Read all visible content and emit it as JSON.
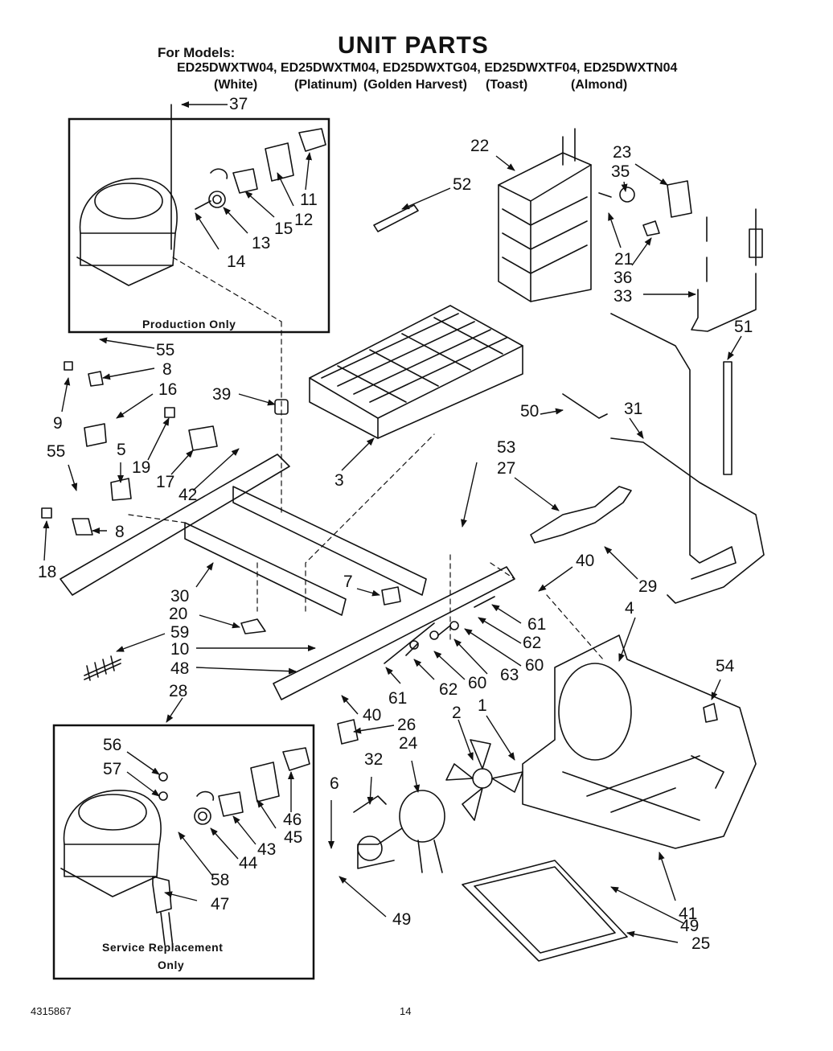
{
  "header": {
    "title": "UNIT PARTS",
    "for_models_label": "For Models:",
    "model_numbers": "ED25DWXTW04, ED25DWXTM04, ED25DWXTG04, ED25DWXTF04, ED25DWXTN04",
    "colors": [
      "(White)",
      "(Platinum)",
      "(Golden Harvest)",
      "(Toast)",
      "(Almond)"
    ]
  },
  "boxes": {
    "production": "Production Only",
    "service_line1": "Service Replacement",
    "service_line2": "Only"
  },
  "callouts": [
    "37",
    "22",
    "52",
    "23",
    "35",
    "11",
    "12",
    "15",
    "13",
    "14",
    "21",
    "36",
    "33",
    "51",
    "55",
    "8",
    "16",
    "39",
    "9",
    "19",
    "17",
    "42",
    "55",
    "5",
    "53",
    "27",
    "50",
    "31",
    "3",
    "8",
    "18",
    "30",
    "40",
    "29",
    "7",
    "4",
    "20",
    "59",
    "10",
    "61",
    "62",
    "60",
    "63",
    "48",
    "54",
    "61",
    "62",
    "60",
    "28",
    "40",
    "26",
    "2",
    "1",
    "56",
    "57",
    "24",
    "32",
    "46",
    "45",
    "43",
    "44",
    "6",
    "58",
    "47",
    "41",
    "49",
    "25",
    "49"
  ],
  "footer": {
    "doc_number": "4315867",
    "page_number": "14"
  }
}
